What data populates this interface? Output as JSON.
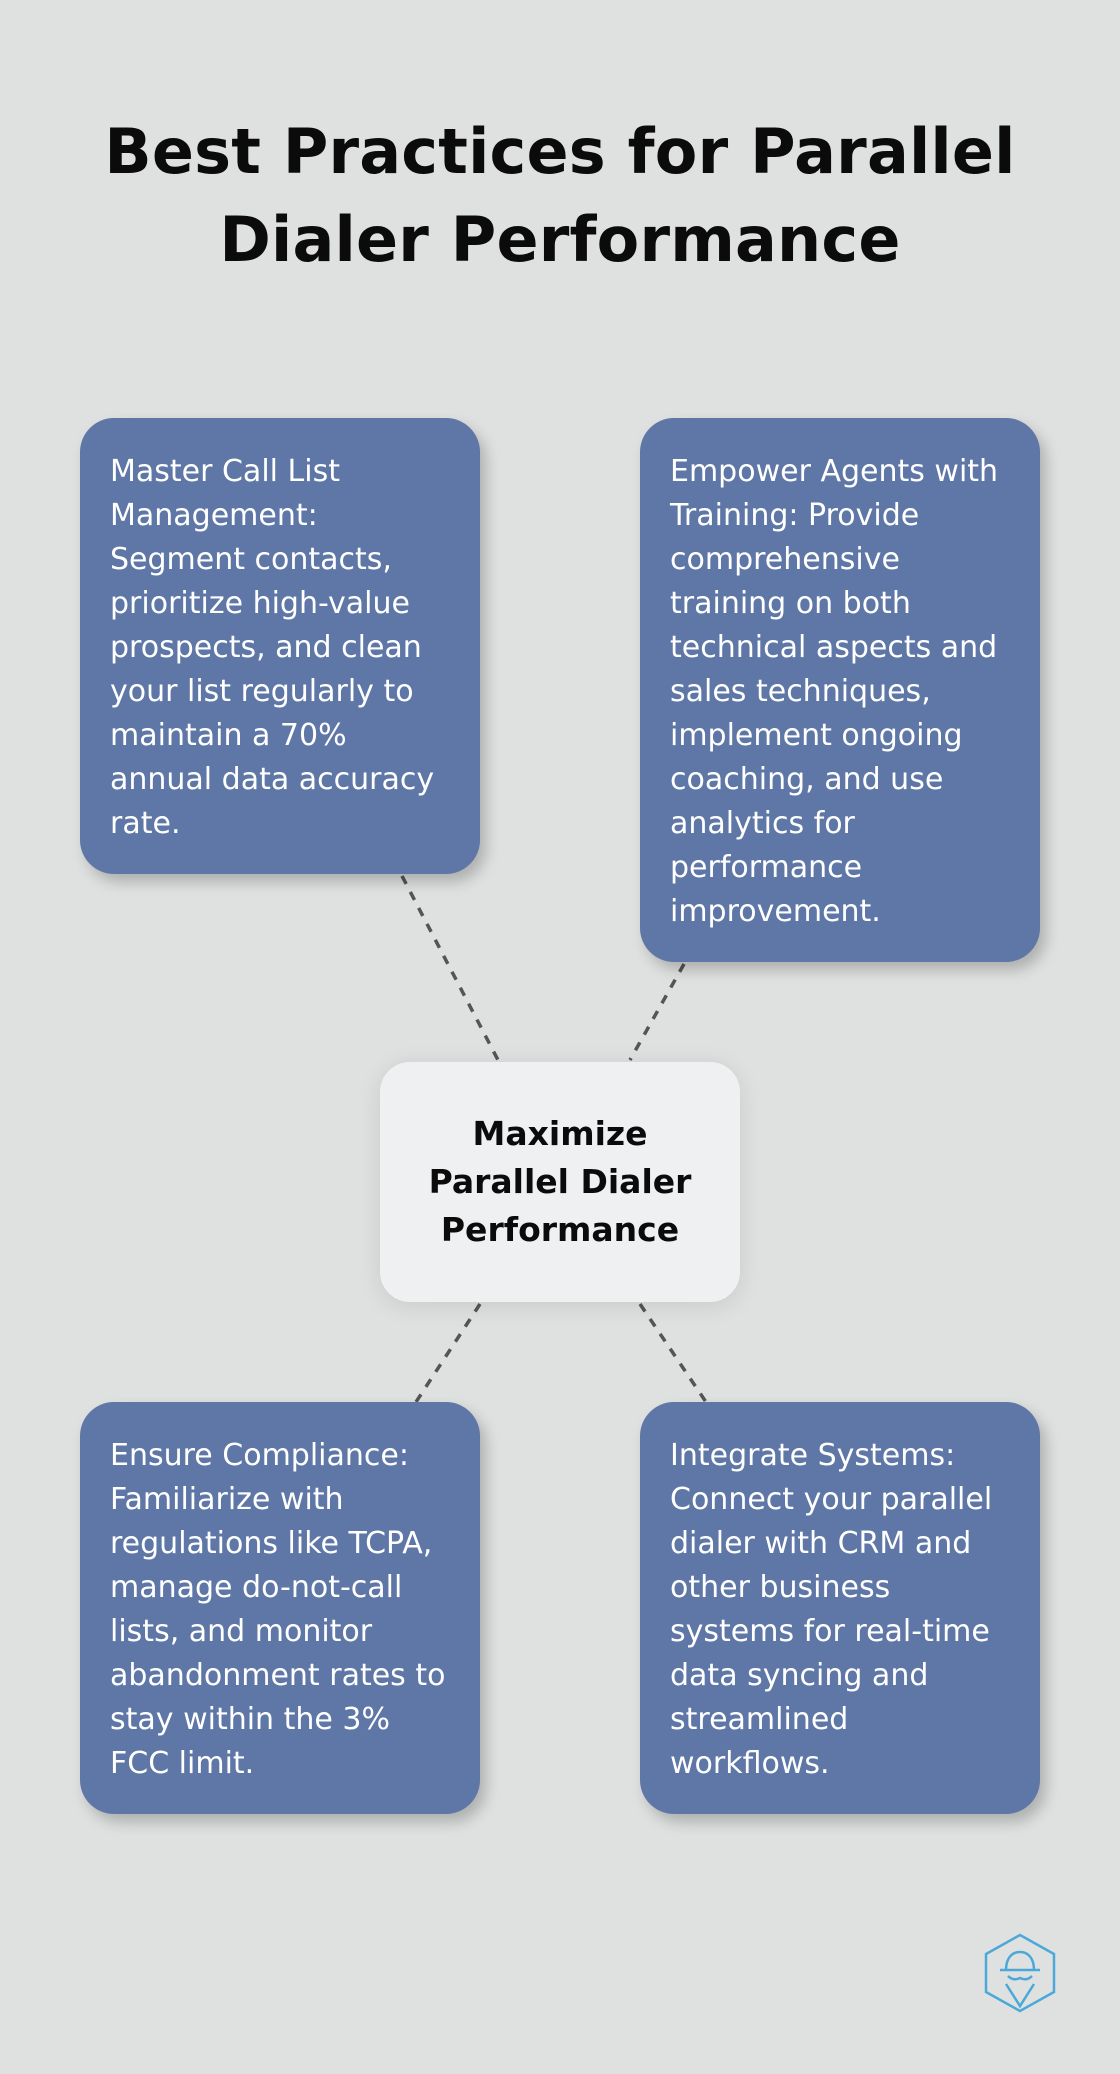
{
  "title": "Best Practices for Parallel Dialer Performance",
  "center": {
    "label": "Maximize Parallel Dialer Performance"
  },
  "cards": [
    {
      "id": "call-list",
      "text": "Master Call List Management: Segment contacts, prioritize high-value prospects, and clean your list regularly to maintain a 70% annual data accuracy rate."
    },
    {
      "id": "training",
      "text": "Empower Agents with Training: Provide comprehensive training on both technical aspects and sales techniques, implement ongoing coaching, and use analytics for performance improvement."
    },
    {
      "id": "compliance",
      "text": "Ensure Compliance: Familiarize with regulations like TCPA, manage do-not-call lists, and monitor abandonment rates to stay within the 3% FCC limit."
    },
    {
      "id": "integration",
      "text": "Integrate Systems: Connect your parallel dialer with CRM and other business systems for real-time data syncing and streamlined workflows."
    }
  ],
  "colors": {
    "background": "#dfe1e1",
    "card": "#5e77a6",
    "center_box": "#eff0f2",
    "connector": "#555555",
    "logo": "#4aa9d8"
  },
  "icons": {
    "logo": "spy-hat-hexagon-icon"
  }
}
